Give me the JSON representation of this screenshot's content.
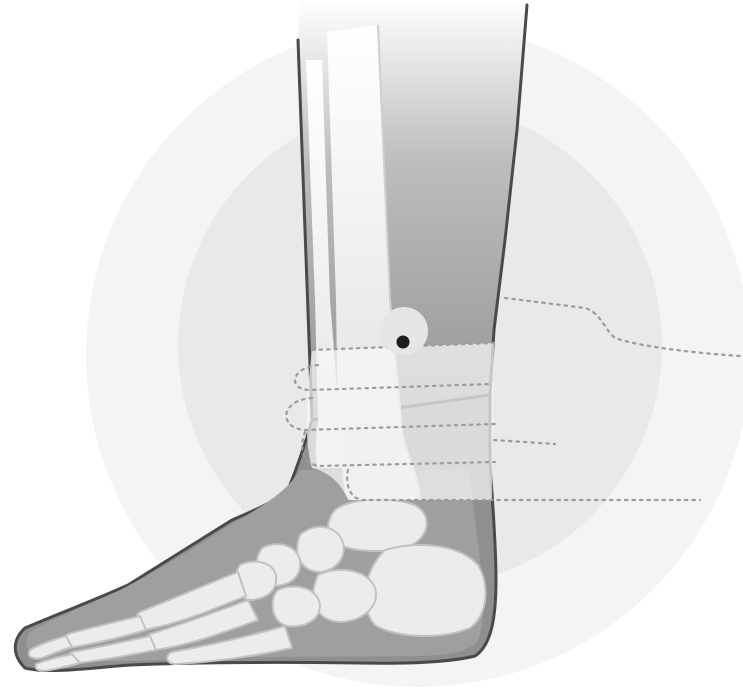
{
  "illustration": {
    "subject": "ankle-foot-lateral",
    "colors": {
      "background": "#ffffff",
      "halo_outer": "#f4f4f4",
      "halo_inner": "#e9e9e9",
      "skin_dark": "#8f8f8f",
      "skin_light": "#d4d4d4",
      "outline": "#4a4a4a",
      "bone_fill": "#ececec",
      "bone_edge": "#c2c2c2",
      "band_fill": "#f7f7f7",
      "dotted_line": "#9c9c9c",
      "marker_dot": "#1e1e1e",
      "marker_halo": "#e6e6e6"
    },
    "parts": [
      "leg-silhouette",
      "foot-silhouette",
      "tibia-bone",
      "fibula-bone",
      "tarsal-bones",
      "metatarsal-bones",
      "phalanx-bones",
      "support-wrap-band",
      "fixation-point-marker"
    ]
  }
}
